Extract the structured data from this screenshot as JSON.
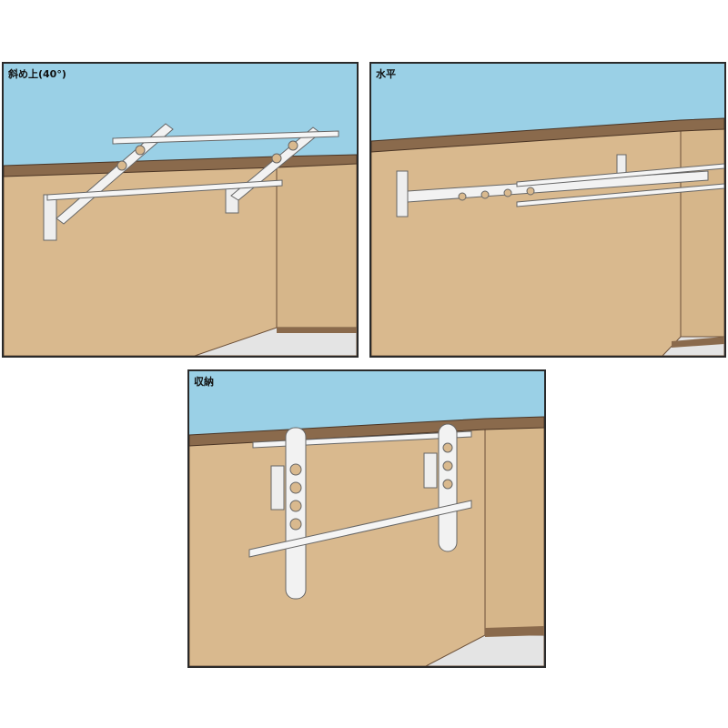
{
  "panels": [
    {
      "caption": "斜め上(40°)"
    },
    {
      "caption": "水平"
    },
    {
      "caption": "収納"
    }
  ],
  "colors": {
    "sky": "#9ad0e6",
    "wall": "#d9b98e",
    "wall_shade": "#c9a77a",
    "coping": "#7a5a40",
    "floor": "#e4e4e4",
    "metal": "#eeeeee",
    "outline": "#555555"
  }
}
